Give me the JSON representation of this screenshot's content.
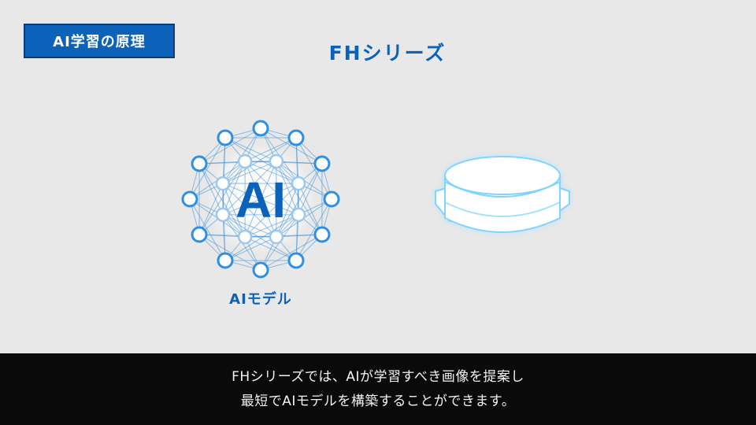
{
  "badge": {
    "label": "AI学習の原理"
  },
  "title": "FHシリーズ",
  "ai_model": {
    "icon_text": "AI",
    "label": "AIモデル"
  },
  "caption": {
    "line1": "FHシリーズでは、AIが学習すべき画像を提案し",
    "line2": "最短でAIモデルを構築することができます。"
  },
  "colors": {
    "accent": "#0b62b8",
    "background": "#e8e8e8",
    "caption_bg": "#0a0a0a",
    "node": "#2f8fe0"
  },
  "icons": {
    "ai_model": "neural-network-icon",
    "device": "fh-controller-device-icon"
  }
}
